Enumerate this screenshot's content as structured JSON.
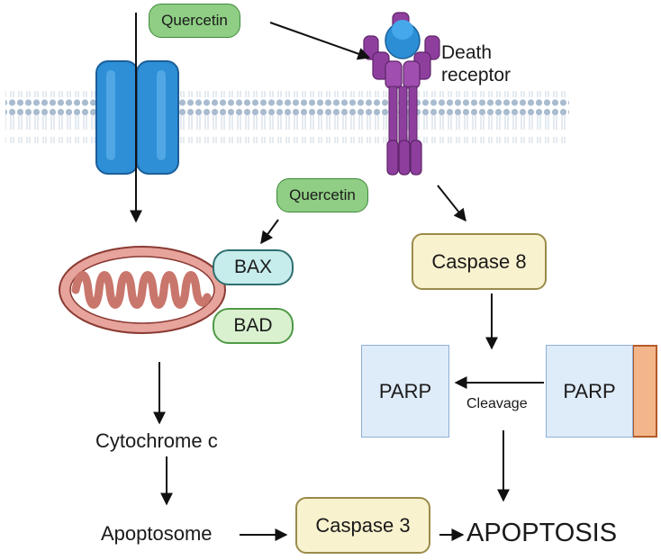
{
  "labels": {
    "quercetin_top": "Quercetin",
    "death_receptor_line1": "Death",
    "death_receptor_line2": "receptor",
    "quercetin_mid": "Quercetin",
    "bax": "BAX",
    "bad": "BAD",
    "caspase8": "Caspase 8",
    "parp_left": "PARP",
    "parp_right": "PARP",
    "cleavage": "Cleavage",
    "cytochrome_c": "Cytochrome c",
    "apoptosome": "Apoptosome",
    "caspase3": "Caspase 3",
    "apoptosis": "APOPTOSIS"
  },
  "colors": {
    "membrane": "#9fb3c8",
    "channel": "#2e8fd6",
    "receptor": "#8e3f9e",
    "receptor_core": "#2c8fd6",
    "mitochondrion": "#e7a49c",
    "parp_tag": "#f2b68a",
    "arrow": "#111111"
  }
}
